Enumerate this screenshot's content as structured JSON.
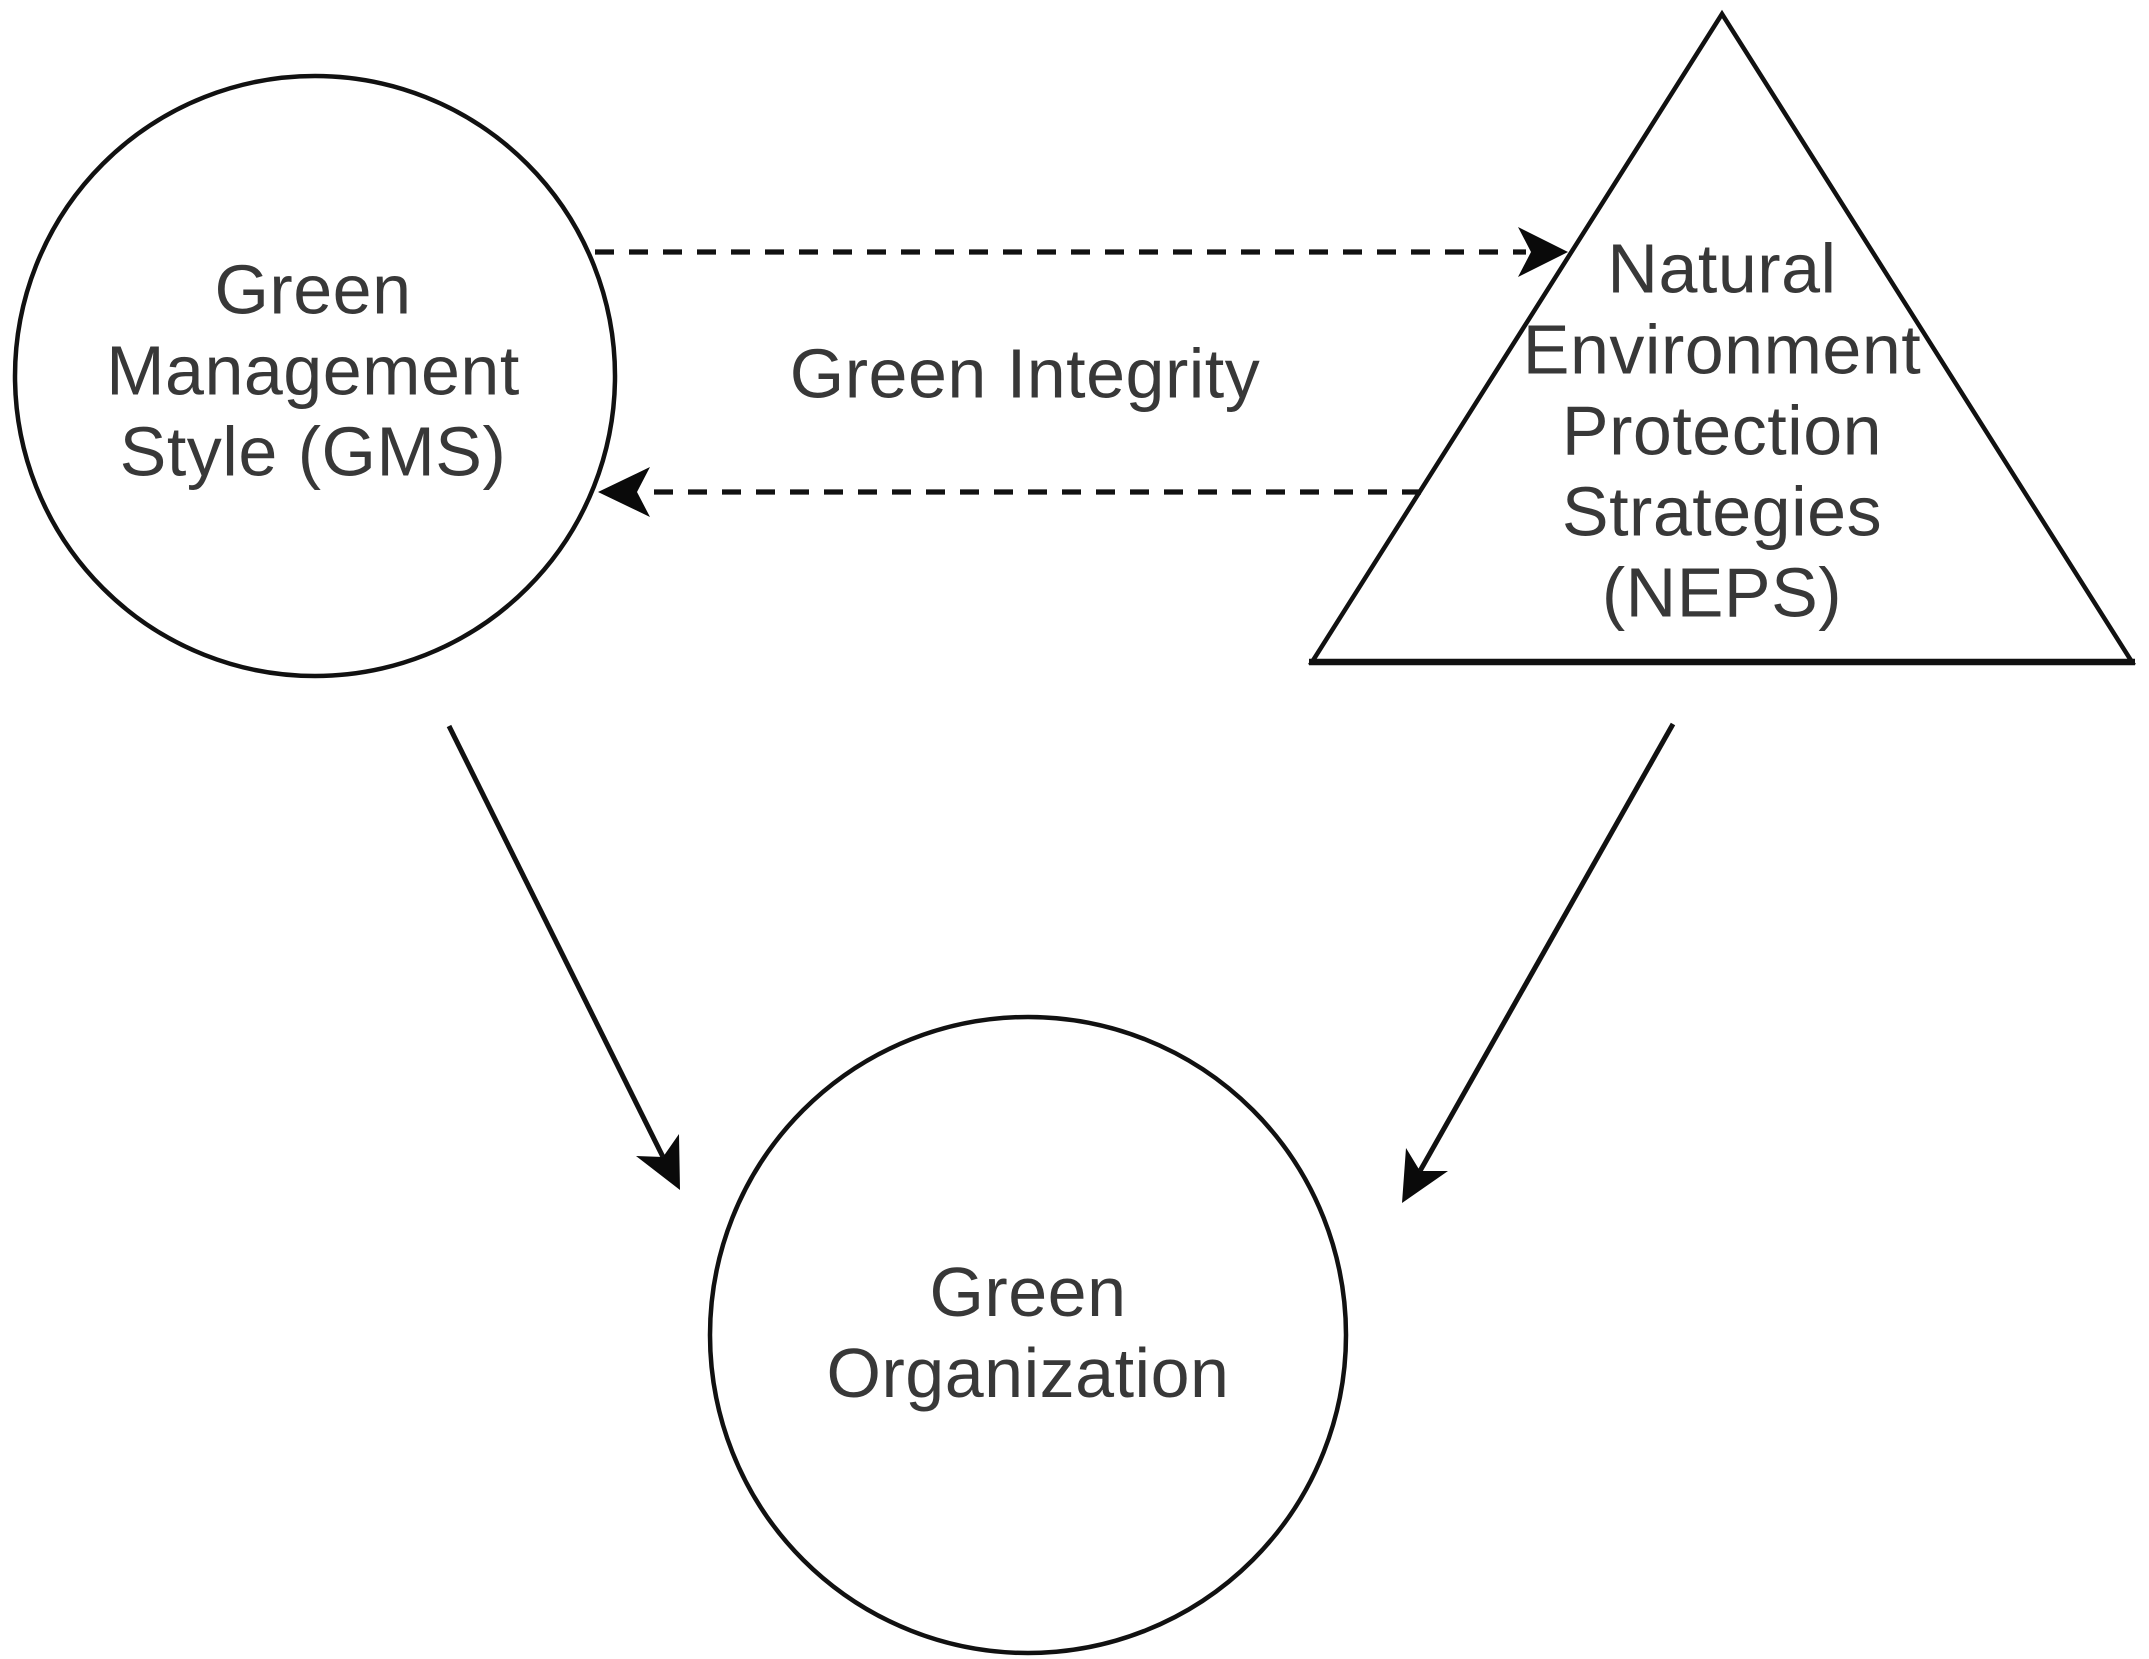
{
  "figure": {
    "background_color": "#ffffff",
    "line_color": "#111111",
    "text_color": "#383838",
    "nodes": [
      {
        "id": "gms",
        "shape": "circle",
        "label": "Green\nManagement\nStyle (GMS)"
      },
      {
        "id": "neps",
        "shape": "triangle",
        "label": "Natural\nEnvironment\nProtection\nStrategies (NEPS)"
      },
      {
        "id": "organization",
        "shape": "circle",
        "label": "Green\nOrganization"
      }
    ],
    "edges": [
      {
        "id": "gms-to-neps",
        "from": "gms",
        "to": "neps",
        "style": "dashed"
      },
      {
        "id": "neps-to-gms",
        "from": "neps",
        "to": "gms",
        "style": "dashed"
      },
      {
        "id": "gms-to-organization",
        "from": "gms",
        "to": "organization",
        "style": "solid"
      },
      {
        "id": "neps-to-organization",
        "from": "neps",
        "to": "organization",
        "style": "solid"
      }
    ],
    "edge_label": "Green Integrity"
  }
}
